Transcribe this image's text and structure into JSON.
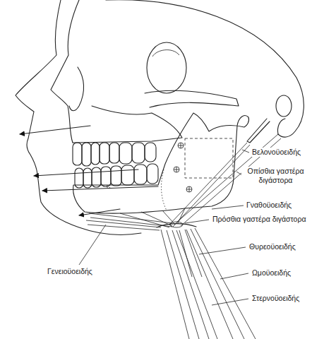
{
  "diagram": {
    "labels": [
      "Βελονοϋοειδής",
      "Οπίσθια γαστέρα διγάστορα",
      "Γναθοϋοειδής",
      "Πρόσθια γαστέρα διγάστορα",
      "Θυρεοϋοειδής",
      "Ωμοϋοειδής",
      "Στερνοϋοειδής",
      "Γενειοϋοειδής"
    ]
  }
}
